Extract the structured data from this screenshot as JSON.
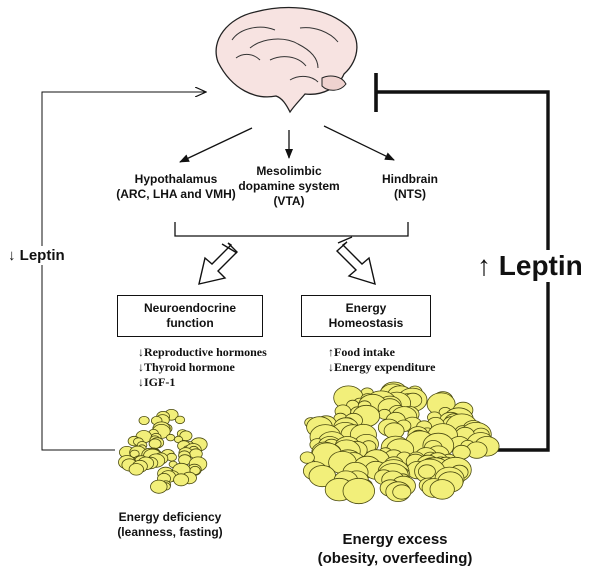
{
  "regions": {
    "hypothalamus": "Hypothalamus\n(ARC, LHA and VMH)",
    "mesolimbic": "Mesolimbic\ndopamine system\n(VTA)",
    "hindbrain": "Hindbrain\n(NTS)"
  },
  "boxes": {
    "neuroendocrine": "Neuroendocrine\nfunction",
    "energy_homeostasis": "Energy\nHomeostasis"
  },
  "effects": {
    "neuroendocrine": [
      "↓Reproductive hormones",
      "↓Thyroid hormone",
      "↓IGF-1"
    ],
    "energy": [
      "↑Food intake",
      "↓Energy expenditure"
    ]
  },
  "leptin_left": "↓ Leptin",
  "leptin_right": "↑ Leptin",
  "captions": {
    "deficiency": "Energy deficiency\n(leanness, fasting)",
    "excess": "Energy excess\n(obesity, overfeeding)"
  },
  "colors": {
    "fat": "#f2ef7a",
    "fat_outline": "#4a4a10",
    "line": "#111111"
  }
}
